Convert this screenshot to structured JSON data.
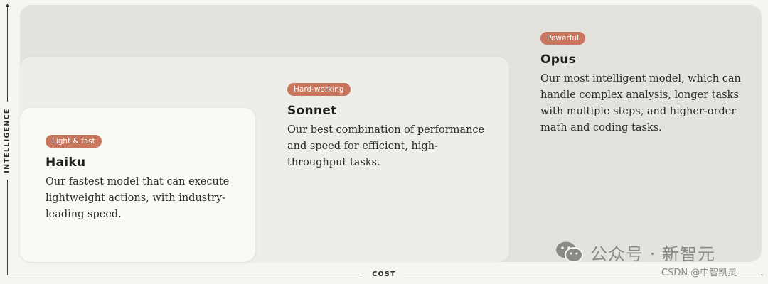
{
  "axes": {
    "y_label": "INTELLIGENCE",
    "x_label": "COST"
  },
  "models": {
    "haiku": {
      "badge": "Light & fast",
      "name": "Haiku",
      "description": "Our fastest model that can execute lightweight actions, with industry-leading speed."
    },
    "sonnet": {
      "badge": "Hard-working",
      "name": "Sonnet",
      "description": "Our best combination of performance and speed for efficient, high-throughput tasks."
    },
    "opus": {
      "badge": "Powerful",
      "name": "Opus",
      "description": "Our most intelligent model, which can handle complex analysis, longer tasks with multiple steps, and higher-order math and coding tasks."
    }
  },
  "watermark": {
    "icon": "wechat-icon",
    "text": "公众号 · 新智元",
    "credit": "CSDN @中智凯灵"
  },
  "colors": {
    "badge": "#c8765d",
    "background": "#f6f5f0",
    "tier_opus": "#e4e2dd",
    "tier_sonnet": "#eeede8",
    "tier_haiku": "#f9f9f6"
  }
}
